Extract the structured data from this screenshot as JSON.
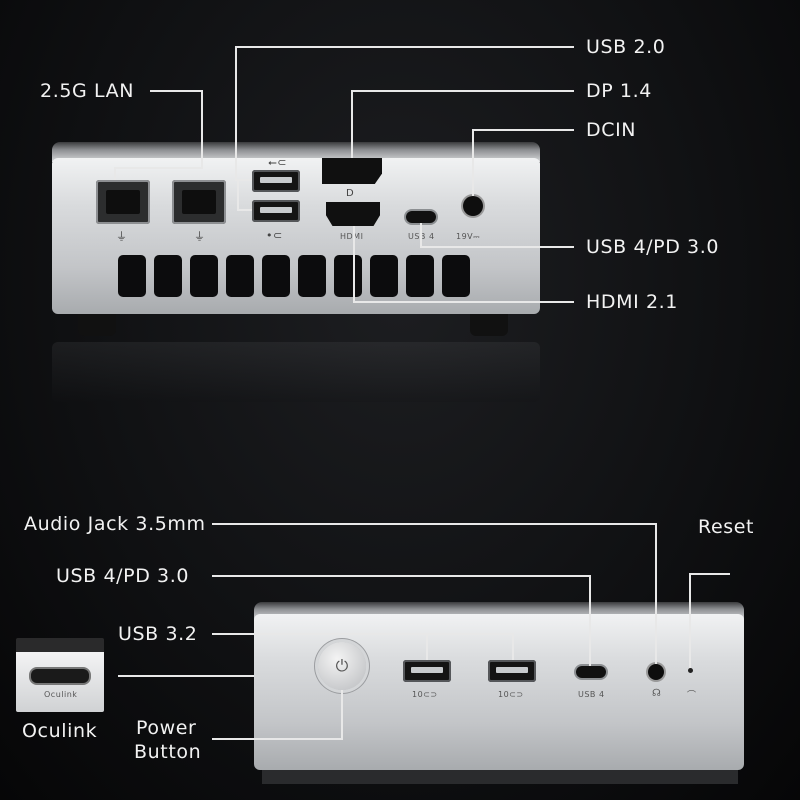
{
  "top_labels": {
    "lan": "2.5G LAN",
    "usb20": "USB 2.0",
    "dp": "DP 1.4",
    "dcin": "DCIN",
    "usb4pd": "USB 4/PD 3.0",
    "hdmi": "HDMI 2.1"
  },
  "top_port_marks": {
    "hdmi": "HDMI",
    "usb4": "USB 4",
    "dc": "19V⎓"
  },
  "bottom_labels": {
    "audio": "Audio Jack 3.5mm",
    "usb4pd": "USB 4/PD 3.0",
    "usb32": "USB 3.2",
    "reset": "Reset",
    "oculink": "Oculink",
    "power_line1": "Power",
    "power_line2": "Button"
  },
  "bottom_port_marks": {
    "oculink": "Oculink",
    "usb4": "USB 4",
    "usb10": "10⊂⊃"
  },
  "icons": [
    "lan-icon",
    "usb-icon",
    "dp-icon",
    "power-icon",
    "headphone-icon",
    "reset-icon"
  ]
}
